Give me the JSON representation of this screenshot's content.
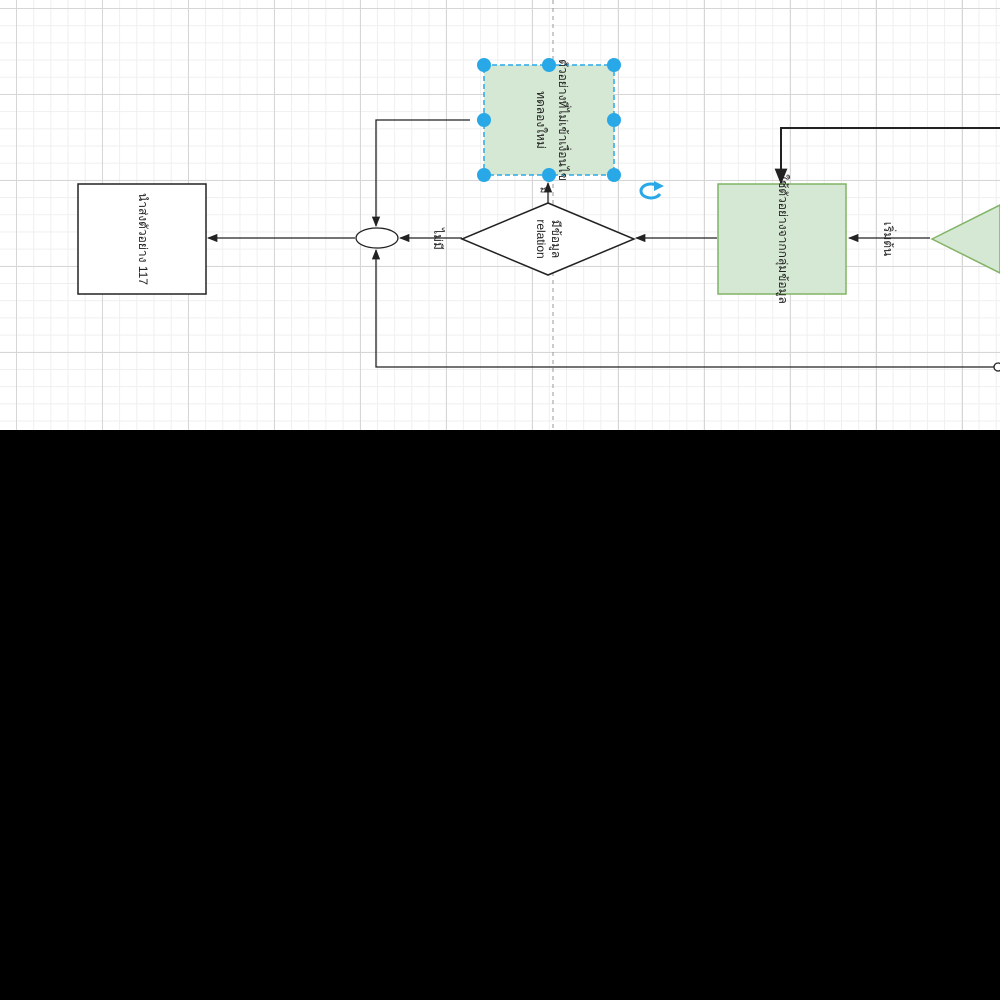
{
  "colors": {
    "selection": "#29a8e8",
    "process_fill": "#d5e8d4",
    "process_stroke": "#82b366",
    "line": "#222222"
  },
  "nodes": {
    "end_box_label": "นำส่งตัวอย่าง 117",
    "selected_box_label_line1": "ตัวอย่างที่ไม่เข้าเงื่อนไข",
    "selected_box_label_line2": "ทดลองใหม่",
    "decision_label_line1": "มีข้อมูล",
    "decision_label_line2": "relation",
    "process_label": "ใช้ตัวอย่างจากกลุ่มข้อมูล",
    "edge_label_no": "ไม่มี",
    "edge_label_yes": "มี",
    "edge_label_start": "เริ่มต้น"
  },
  "icons": {
    "rotate": "rotate-handle-icon",
    "connector": "junction-circle-icon"
  }
}
